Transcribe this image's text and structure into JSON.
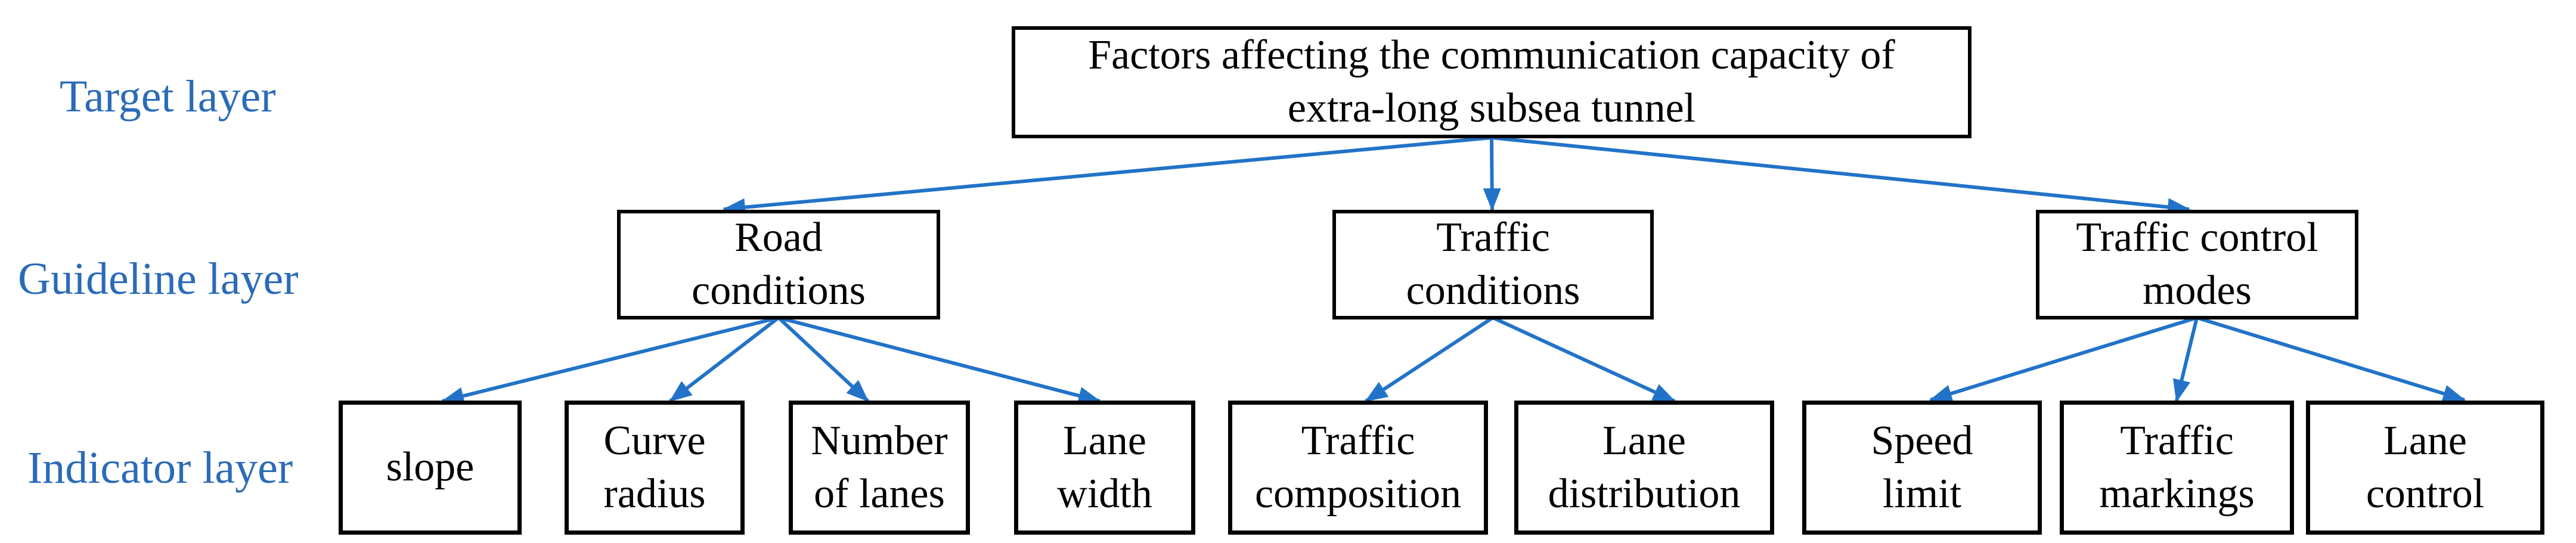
{
  "figure": {
    "type": "hierarchy-diagram",
    "description_rows": 3
  },
  "colors": {
    "label_blue": "#2B6BB8",
    "arrow_blue": "#2273C8",
    "border_black": "#000000",
    "box_text": "#000000",
    "background": "#FFFFFF"
  },
  "row_labels": {
    "target": "Target layer",
    "guideline": "Guideline layer",
    "indicator": "Indicator layer"
  },
  "nodes": {
    "target": {
      "id": "target",
      "label": "Factors affecting the communication capacity of extra-long subsea tunnel",
      "lines": [
        "Factors affecting the communication capacity of",
        "extra-long subsea tunnel"
      ]
    },
    "guideline": [
      {
        "id": "road-conditions",
        "label": "Road conditions",
        "lines": [
          "Road",
          "conditions"
        ]
      },
      {
        "id": "traffic-conditions",
        "label": "Traffic conditions",
        "lines": [
          "Traffic",
          "conditions"
        ]
      },
      {
        "id": "traffic-control-modes",
        "label": "Traffic control modes",
        "lines": [
          "Traffic control",
          "modes"
        ]
      }
    ],
    "indicator": [
      {
        "id": "slope",
        "label": "slope",
        "lines": [
          "slope"
        ]
      },
      {
        "id": "curve-radius",
        "label": "Curve radius",
        "lines": [
          "Curve",
          "radius"
        ]
      },
      {
        "id": "number-of-lanes",
        "label": "Number of lanes",
        "lines": [
          "Number",
          "of lanes"
        ]
      },
      {
        "id": "lane-width",
        "label": "Lane width",
        "lines": [
          "Lane",
          "width"
        ]
      },
      {
        "id": "traffic-composition",
        "label": "Traffic composition",
        "lines": [
          "Traffic",
          "composition"
        ]
      },
      {
        "id": "lane-distribution",
        "label": "Lane distribution",
        "lines": [
          "Lane",
          "distribution"
        ]
      },
      {
        "id": "speed-limit",
        "label": "Speed limit",
        "lines": [
          "Speed",
          "limit"
        ]
      },
      {
        "id": "traffic-markings",
        "label": "Traffic markings",
        "lines": [
          "Traffic",
          "markings"
        ]
      },
      {
        "id": "lane-control",
        "label": "Lane control",
        "lines": [
          "Lane",
          "control"
        ]
      }
    ]
  },
  "connections": [
    {
      "from": "target",
      "to": "road-conditions"
    },
    {
      "from": "target",
      "to": "traffic-conditions"
    },
    {
      "from": "target",
      "to": "traffic-control-modes"
    },
    {
      "from": "road-conditions",
      "to": "slope"
    },
    {
      "from": "road-conditions",
      "to": "curve-radius"
    },
    {
      "from": "road-conditions",
      "to": "number-of-lanes"
    },
    {
      "from": "road-conditions",
      "to": "lane-width"
    },
    {
      "from": "traffic-conditions",
      "to": "traffic-composition"
    },
    {
      "from": "traffic-conditions",
      "to": "lane-distribution"
    },
    {
      "from": "traffic-control-modes",
      "to": "speed-limit"
    },
    {
      "from": "traffic-control-modes",
      "to": "traffic-markings"
    },
    {
      "from": "traffic-control-modes",
      "to": "lane-control"
    }
  ]
}
